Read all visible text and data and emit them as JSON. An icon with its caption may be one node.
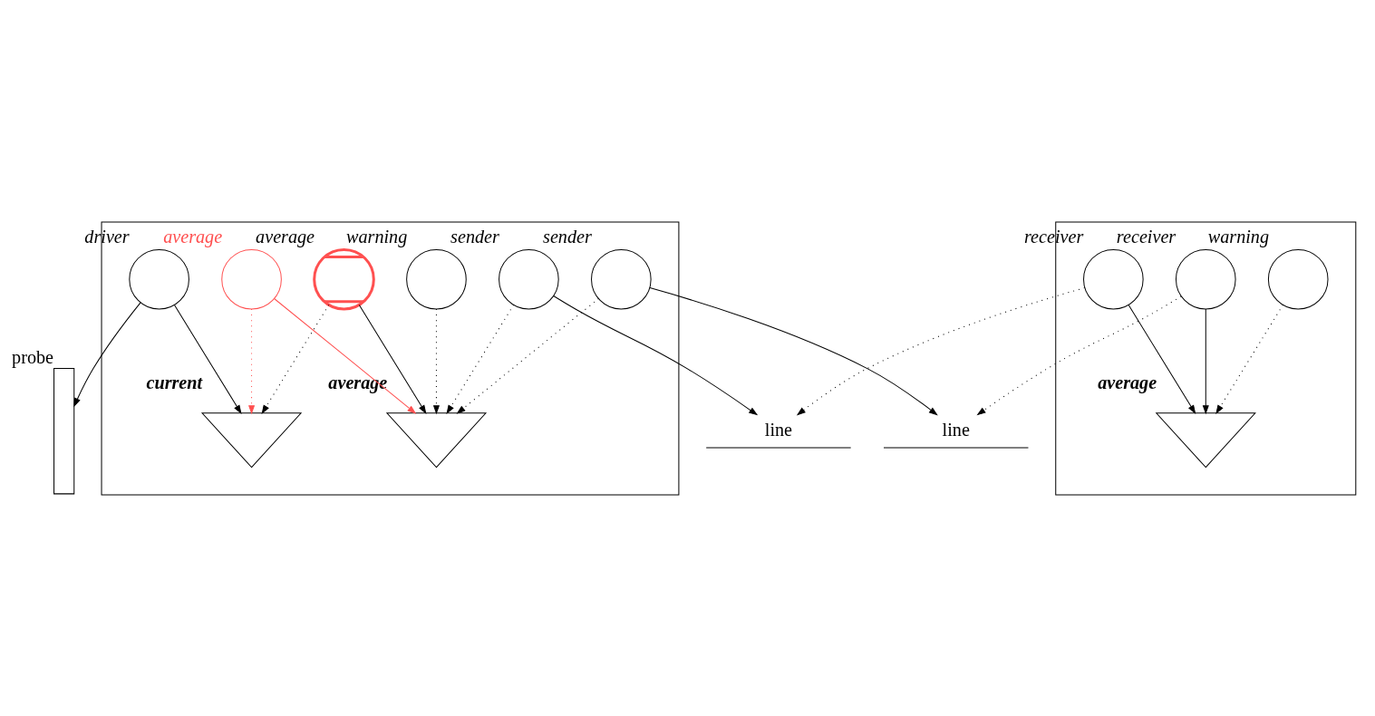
{
  "diagram": {
    "nodes": [
      {
        "text": [],
        "shape": "box"
      },
      {
        "text": [],
        "shape": "bar",
        "beside": [
          "probe"
        ]
      },
      {
        "text": [],
        "shape": "circle",
        "beside": [
          "warning"
        ],
        "in": 0
      },
      {
        "text": [],
        "shape": "triangle",
        "beside": [
          "current"
        ],
        "in": 0
      },
      {
        "text": [],
        "shape": "triangle",
        "beside": [
          "average"
        ],
        "in": 0
      },
      {
        "text": [],
        "shape": "circle",
        "beside": [
          "sender"
        ],
        "in": 0
      },
      {
        "text": [],
        "shape": "circle",
        "beside": [
          "driver"
        ],
        "in": 0
      },
      {
        "text": [],
        "shape": "circle",
        "beside": [
          "average"
        ],
        "in": 0
      },
      {
        "text": [],
        "shape": "circle",
        "beside": [
          "sender"
        ],
        "in": 0
      },
      {
        "text": [],
        "shape": "circle",
        "beside": [
          "average"
        ],
        "in": 0
      },
      {
        "text": [],
        "shape": "box"
      },
      {
        "text": [],
        "shape": "circle",
        "beside": [
          "warning"
        ],
        "in": 10
      },
      {
        "text": [],
        "shape": "circle",
        "beside": [
          "receiver"
        ],
        "in": 10
      },
      {
        "text": [],
        "shape": "triangle",
        "beside": [
          "average"
        ],
        "in": 10
      },
      {
        "text": [],
        "shape": "circle",
        "beside": [
          "receiver"
        ],
        "in": 10
      },
      {
        "text": [
          "line"
        ]
      },
      {
        "text": [
          "line"
        ]
      }
    ],
    "edges": [
      {
        "from": 6,
        "to": 3,
        "arrow": "to"
      },
      {
        "from": 7,
        "to": 3,
        "arrow": "to",
        "style": "dashed"
      },
      {
        "from": 7,
        "to": 4,
        "arrow": "to"
      },
      {
        "from": 2,
        "to": 4,
        "arrow": "to",
        "style": "dashed"
      },
      {
        "from": 5,
        "to": 4,
        "arrow": "to",
        "style": "dashed"
      },
      {
        "from": 8,
        "to": 4,
        "arrow": "to",
        "style": "dashed"
      },
      {
        "from": 9,
        "to": 3,
        "arrow": "to",
        "style": "dashed",
        "color": "#ff5050"
      },
      {
        "from": 9,
        "to": 4,
        "arrow": "to",
        "color": "#ff5050"
      },
      {
        "from": 5,
        "to": 15,
        "arrow": "to"
      },
      {
        "from": 8,
        "to": 16,
        "arrow": "to"
      },
      {
        "from": 12,
        "to": 15,
        "arrow": "to",
        "style": "dashed"
      },
      {
        "from": 14,
        "to": 16,
        "arrow": "to",
        "style": "dashed"
      },
      {
        "from": 11,
        "to": 13,
        "arrow": "to",
        "style": "dashed"
      },
      {
        "from": 12,
        "to": 13,
        "arrow": "to"
      },
      {
        "from": 14,
        "to": 13,
        "arrow": "to"
      },
      {
        "from": 6,
        "to": 1,
        "arrow": "to"
      }
    ]
  }
}
